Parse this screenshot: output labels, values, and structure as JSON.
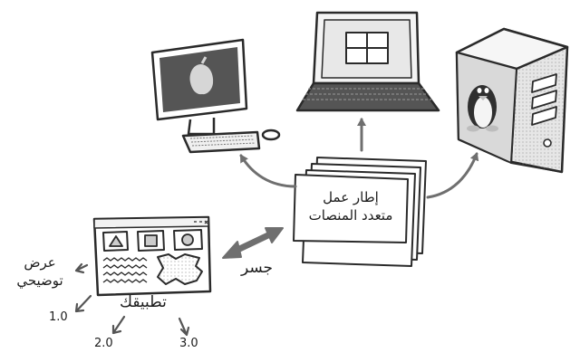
{
  "framework": {
    "line1": "إطار عمل",
    "line2": "متعدد المنصات"
  },
  "bridge": {
    "label": "جسر"
  },
  "application": {
    "label": "تطبيقك"
  },
  "demo": {
    "line1": "عرض",
    "line2": "توضيحي"
  },
  "versions": [
    "1.0",
    "2.0",
    "3.0"
  ],
  "icons": [
    "apple-desktop-icon",
    "windows-laptop-icon",
    "linux-tower-icon"
  ],
  "colors": {
    "stroke": "#2a2a2a",
    "arrow": "#6f6f6f",
    "screen": "#555555",
    "case": "#dcdcdc"
  }
}
